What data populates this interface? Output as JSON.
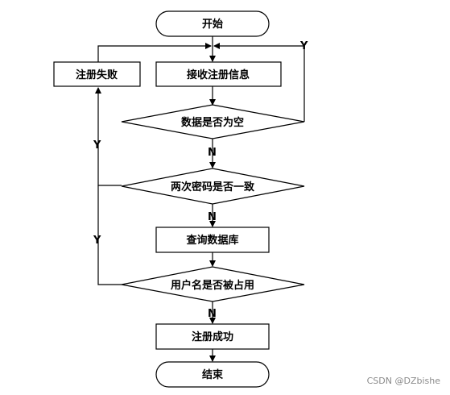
{
  "diagram": {
    "nodes": {
      "start": "开始",
      "receive": "接收注册信息",
      "fail": "注册失败",
      "check_empty": "数据是否为空",
      "check_password": "两次密码是否一致",
      "query_db": "查询数据库",
      "check_username": "用户名是否被占用",
      "success": "注册成功",
      "end": "结束"
    },
    "edge_labels": {
      "empty_yes": "Y",
      "empty_no": "N",
      "password_yes": "Y",
      "password_no": "N",
      "username_yes": "Y",
      "username_no": "N"
    }
  },
  "watermark": "CSDN @DZbishe"
}
